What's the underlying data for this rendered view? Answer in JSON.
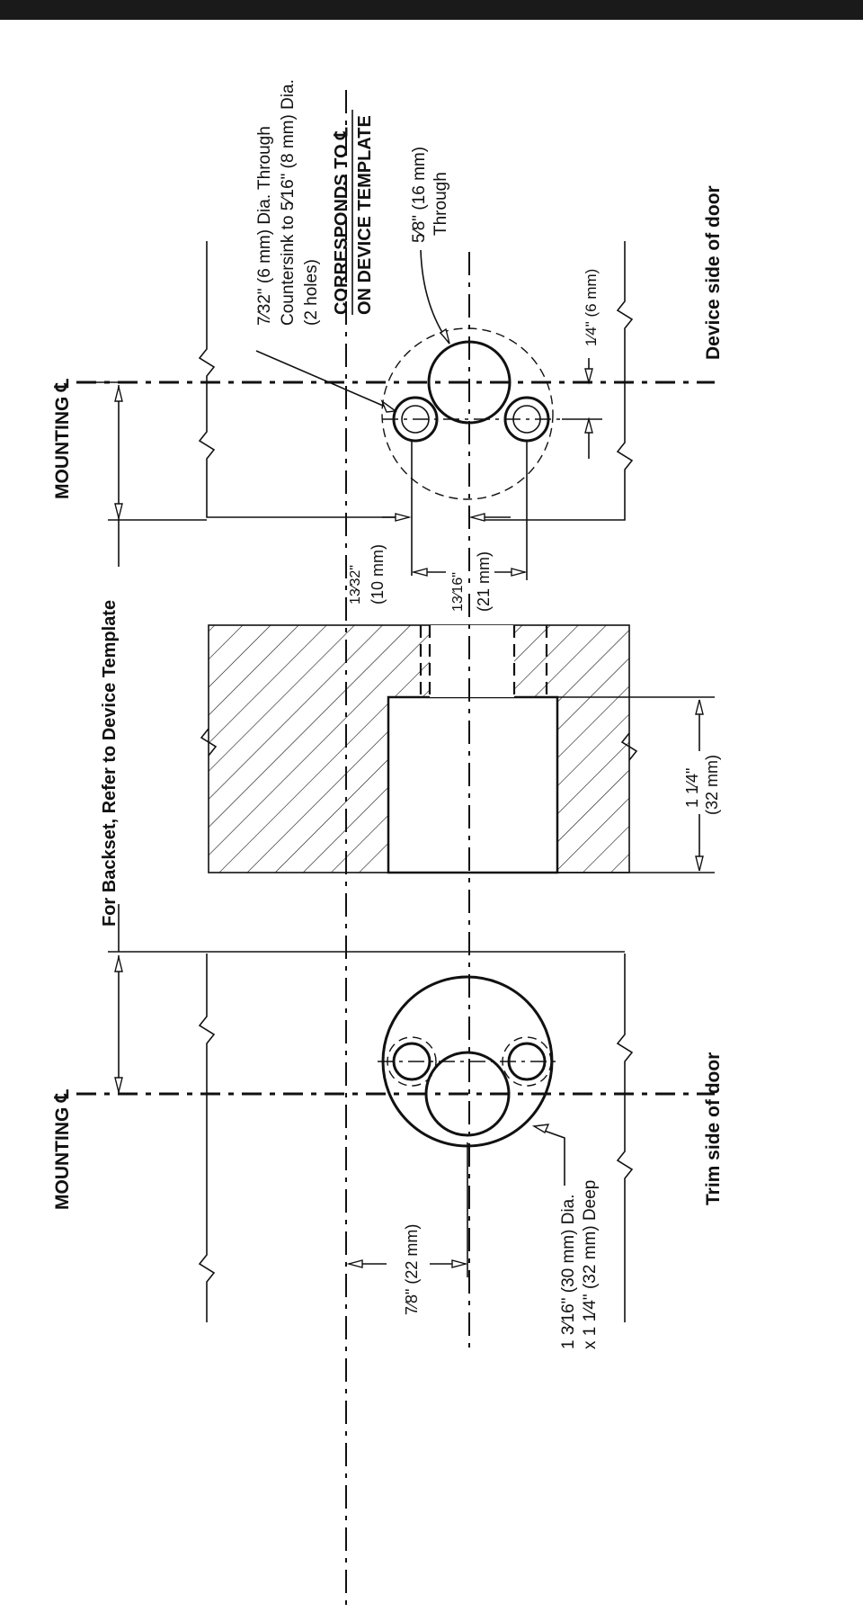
{
  "labels": {
    "mounting_cl_left": "MOUNTING ℄",
    "mounting_cl_right": "MOUNTING ℄",
    "backset": "For Backset, Refer to Device Template",
    "corresponds_1": "CORRESPONDS TO ℄",
    "corresponds_2": "ON DEVICE TEMPLATE",
    "small_hole_1": "7⁄32\" (6 mm) Dia. Through",
    "small_hole_2": "Countersink to 5⁄16\" (8 mm) Dia.",
    "small_hole_3": "(2 holes)",
    "through_hole_1": "5⁄8\" (16 mm)",
    "through_hole_2": "Through",
    "offset_quarter": "1⁄4\" (6 mm)",
    "dim_13_32_1": "13⁄32\"",
    "dim_13_32_2": "(10 mm)",
    "dim_13_16_1": "13⁄16\"",
    "dim_13_16_2": "(21 mm)",
    "dim_1_1_4_1": "1 1⁄4\"",
    "dim_1_1_4_2": "(32 mm)",
    "dim_7_8": "7⁄8\" (22 mm)",
    "bore_1": "1 3⁄16\" (30 mm) Dia.",
    "bore_2": "x 1 1⁄4\" (32 mm) Deep",
    "device_side": "Device side of door",
    "trim_side": "Trim side of door"
  }
}
